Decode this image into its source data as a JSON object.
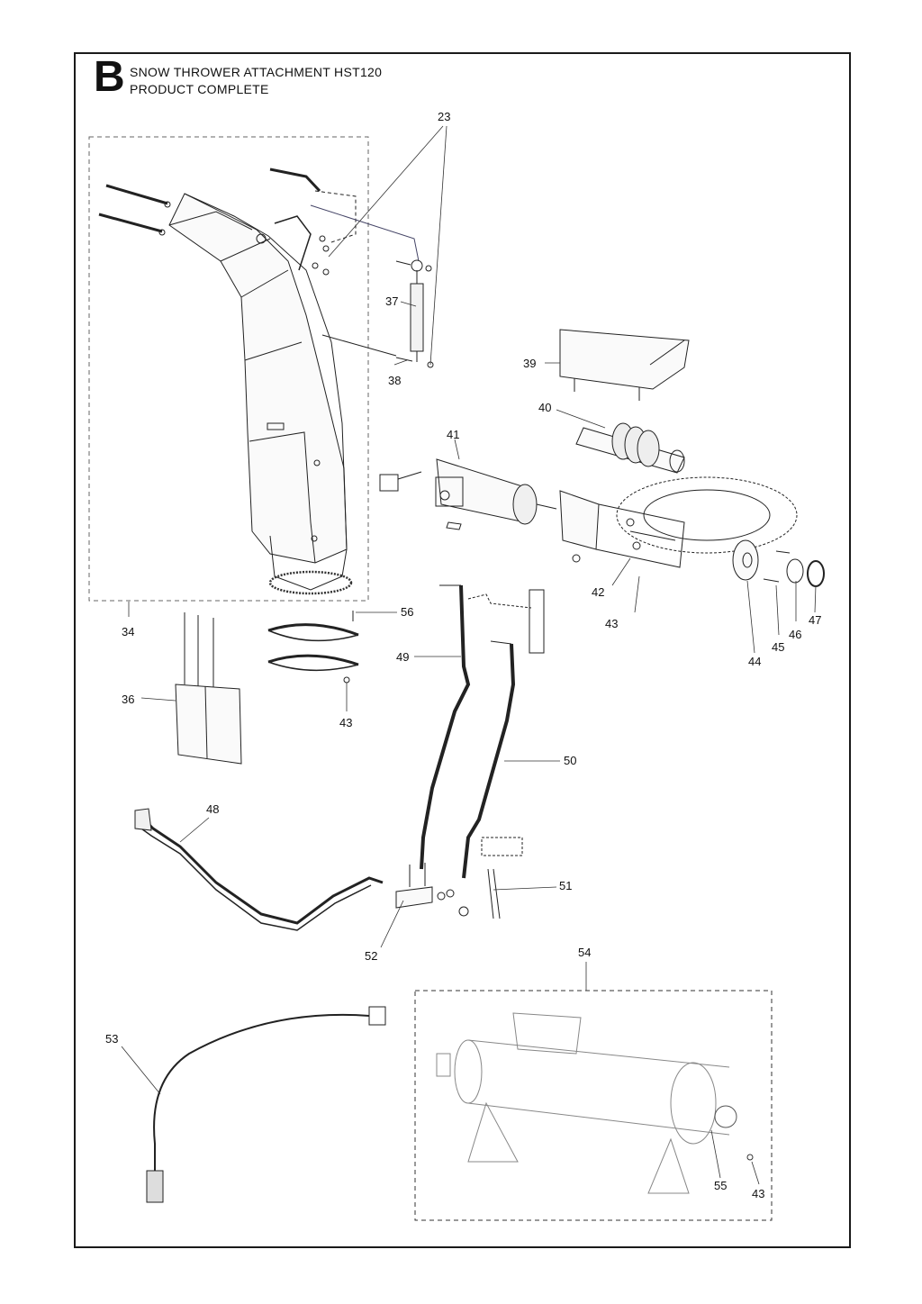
{
  "header": {
    "section_letter": "B",
    "title_line1": "SNOW THROWER ATTACHMENT HST120",
    "title_line2": "PRODUCT COMPLETE"
  },
  "callouts": [
    {
      "id": "c23",
      "label": "23"
    },
    {
      "id": "c34",
      "label": "34"
    },
    {
      "id": "c36",
      "label": "36"
    },
    {
      "id": "c37",
      "label": "37"
    },
    {
      "id": "c38",
      "label": "38"
    },
    {
      "id": "c39",
      "label": "39"
    },
    {
      "id": "c40",
      "label": "40"
    },
    {
      "id": "c41",
      "label": "41"
    },
    {
      "id": "c42",
      "label": "42"
    },
    {
      "id": "c43a",
      "label": "43"
    },
    {
      "id": "c43b",
      "label": "43"
    },
    {
      "id": "c43c",
      "label": "43"
    },
    {
      "id": "c44",
      "label": "44"
    },
    {
      "id": "c45",
      "label": "45"
    },
    {
      "id": "c46",
      "label": "46"
    },
    {
      "id": "c47",
      "label": "47"
    },
    {
      "id": "c48",
      "label": "48"
    },
    {
      "id": "c49",
      "label": "49"
    },
    {
      "id": "c50",
      "label": "50"
    },
    {
      "id": "c51",
      "label": "51"
    },
    {
      "id": "c52",
      "label": "52"
    },
    {
      "id": "c53",
      "label": "53"
    },
    {
      "id": "c54",
      "label": "54"
    },
    {
      "id": "c55",
      "label": "55"
    },
    {
      "id": "c56",
      "label": "56"
    }
  ]
}
